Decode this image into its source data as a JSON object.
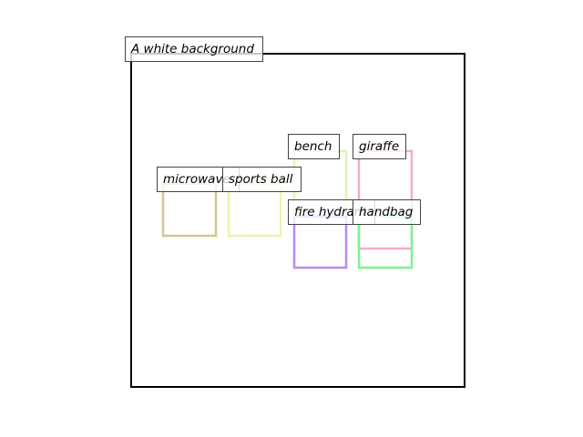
{
  "caption": "A white background",
  "boxes": [
    {
      "label": "bench",
      "color": "#d9f7b8"
    },
    {
      "label": "giraffe",
      "color": "#f7a8d0"
    },
    {
      "label": "microwave",
      "color": "#cfc98a"
    },
    {
      "label": "sports ball",
      "color": "#e8f7a8"
    },
    {
      "label": "fire hydrant",
      "color": "#bd8af5"
    },
    {
      "label": "handbag",
      "color": "#7af58a"
    }
  ]
}
